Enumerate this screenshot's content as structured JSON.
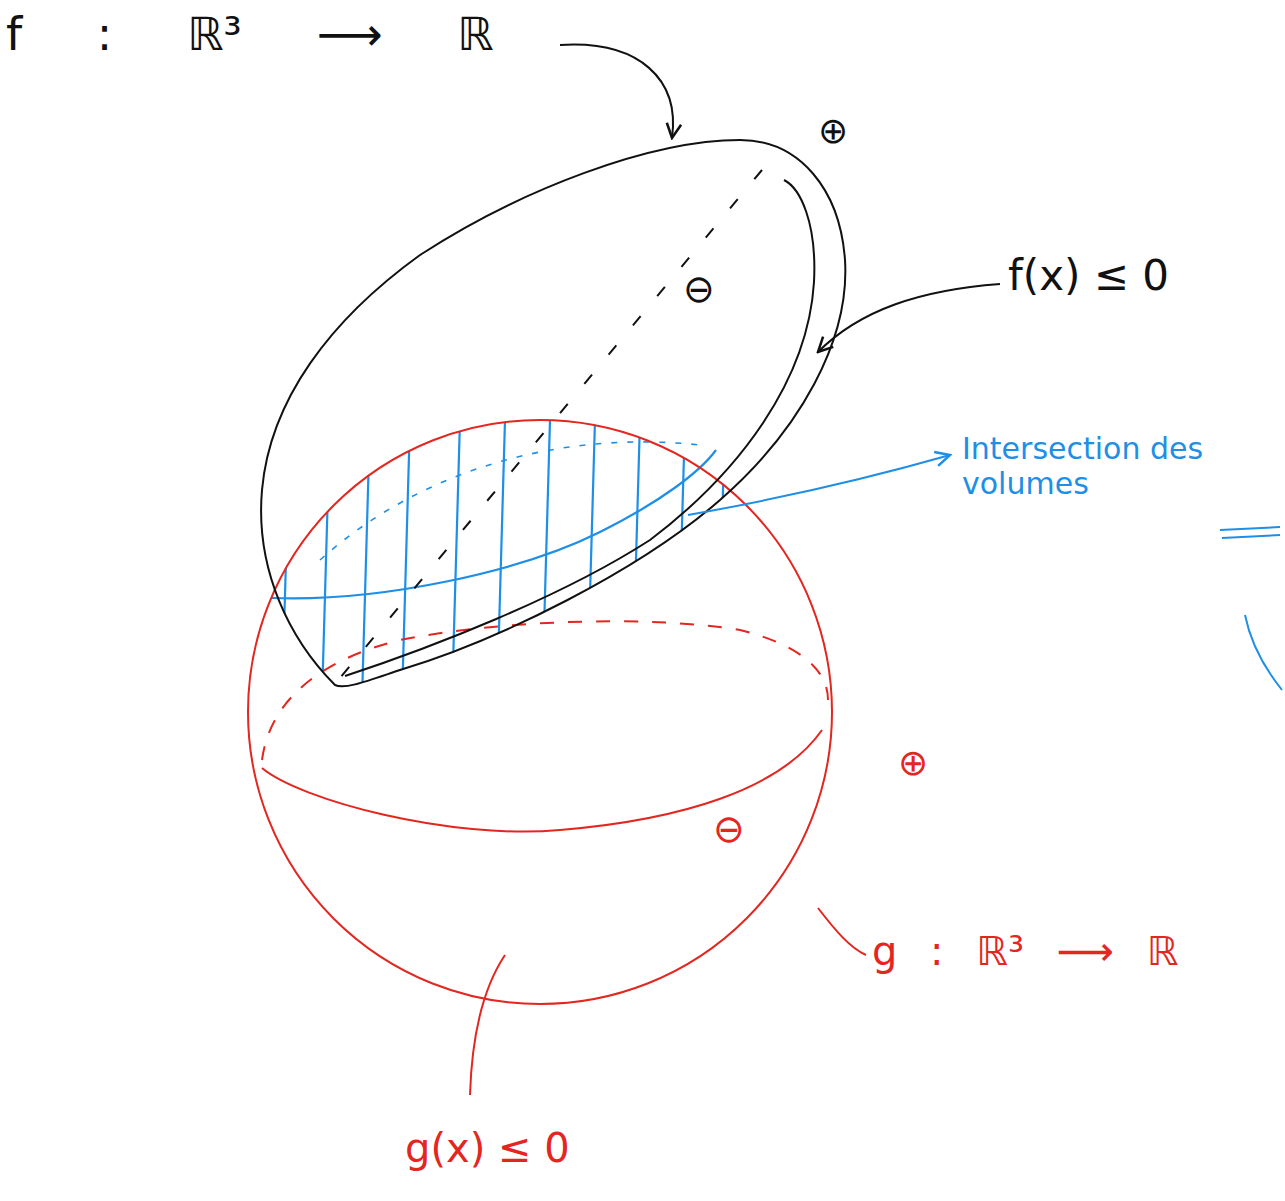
{
  "diagram": {
    "labels": [
      "f : ℝ³ ⟶ ℝ",
      "⊕",
      "⊖",
      "f(x) ≤ 0",
      "Intersection des volumes",
      "⊕",
      "⊖",
      "g : ℝ³ ⟶ ℝ",
      "g(x) ≤ 0"
    ]
  }
}
